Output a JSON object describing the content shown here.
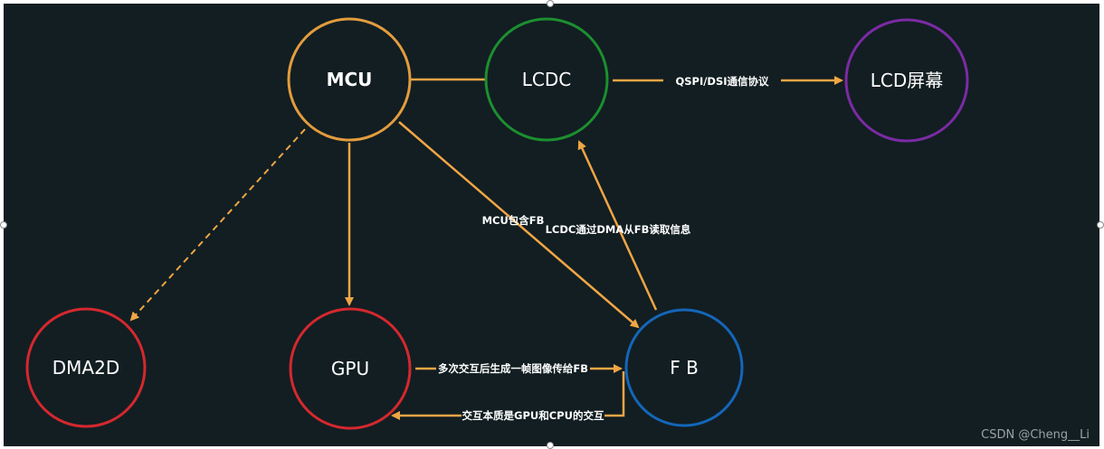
{
  "nodes": {
    "mcu": {
      "label": "MCU",
      "color": "#e39c3d"
    },
    "lcdc": {
      "label": "LCDC",
      "color": "#1c8f2f"
    },
    "lcd": {
      "label": "LCD屏幕",
      "color": "#7b2ba4"
    },
    "dma2d": {
      "label": "DMA2D",
      "color": "#d4282e"
    },
    "gpu": {
      "label": "GPU",
      "color": "#d4282e"
    },
    "fb": {
      "label": "F B",
      "color": "#1466b8"
    }
  },
  "edges": {
    "lcdc_to_lcd": "QSPI/DSI通信协议",
    "mcu_to_fb": "MCU包含FB",
    "fb_to_lcdc": "LCDC通过DMA从FB读取信息",
    "gpu_to_fb": "多次交互后生成一帧图像传给FB",
    "fb_to_gpu": "交互本质是GPU和CPU的交互"
  },
  "colors": {
    "background": "#121e22",
    "arrow": "#f0a545"
  },
  "watermark": "CSDN @Cheng__Li"
}
